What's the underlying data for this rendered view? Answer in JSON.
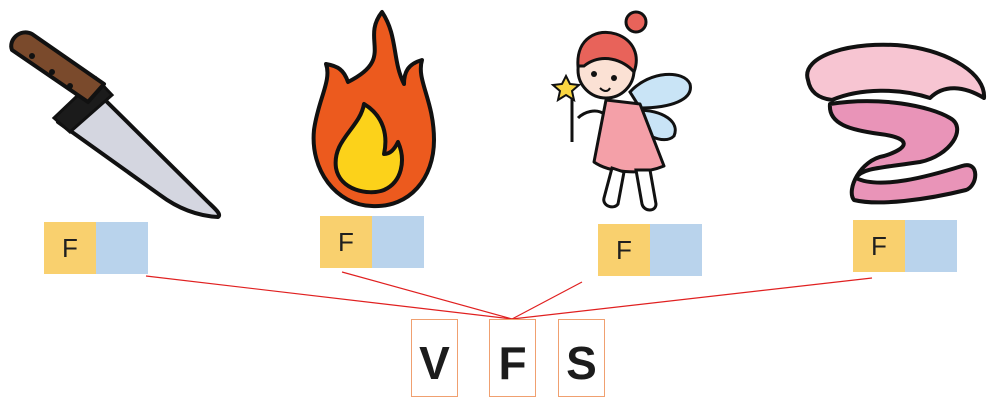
{
  "items": [
    {
      "picture": "knife-icon",
      "letter": "F"
    },
    {
      "picture": "fire-icon",
      "letter": "F"
    },
    {
      "picture": "fairy-icon",
      "letter": "F"
    },
    {
      "picture": "ribbon-icon",
      "letter": "F"
    }
  ],
  "choices": [
    "V",
    "F",
    "S"
  ],
  "colors": {
    "letter_tile": "#f9d06e",
    "blank_tile": "#b9d3ec",
    "connector_line": "#e02020",
    "choice_border": "#f0a070"
  }
}
